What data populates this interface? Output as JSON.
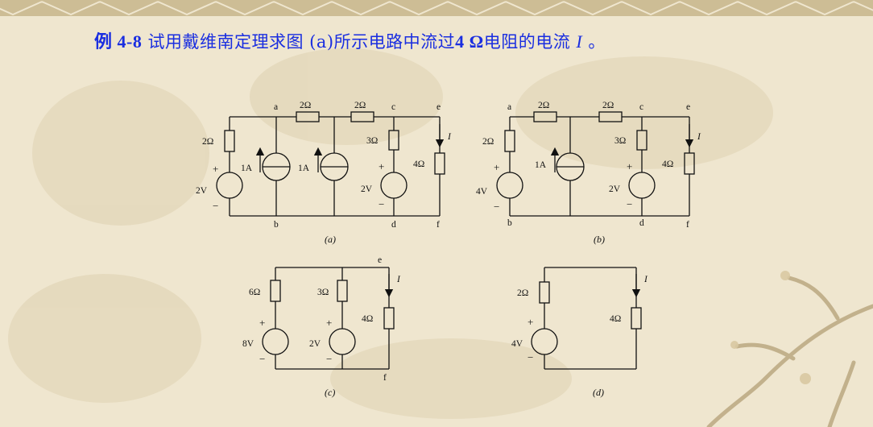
{
  "problem": {
    "label": "例 4-8",
    "text_before": " 试用戴维南定理求图 (a)所示电路中流过",
    "value": "4 Ω",
    "text_after": "电阻的电流 ",
    "var": "I",
    "end": " 。"
  },
  "figure_a": {
    "caption": "(a)",
    "nodes": {
      "a": "a",
      "b": "b",
      "c": "c",
      "d": "d",
      "e": "e",
      "f": "f"
    },
    "r_left": "2Ω",
    "r_top1": "2Ω",
    "r_top2": "2Ω",
    "r_c": "3Ω",
    "r_load": "4Ω",
    "v_left": "2V",
    "v_right": "2V",
    "i_src1": "1A",
    "i_src2": "1A",
    "current": "I",
    "plus": "+",
    "minus": "−"
  },
  "figure_b": {
    "caption": "(b)",
    "nodes": {
      "a": "a",
      "b": "b",
      "c": "c",
      "d": "d",
      "e": "e",
      "f": "f"
    },
    "r_left": "2Ω",
    "r_top1": "2Ω",
    "r_top2": "2Ω",
    "r_c": "3Ω",
    "r_load": "4Ω",
    "v_left": "4V",
    "v_right": "2V",
    "i_src": "1A",
    "current": "I",
    "plus": "+",
    "minus": "−"
  },
  "figure_c": {
    "caption": "(c)",
    "nodes": {
      "e": "e",
      "f": "f"
    },
    "r_left": "6Ω",
    "r_mid": "3Ω",
    "r_load": "4Ω",
    "v_left": "8V",
    "v_mid": "2V",
    "current": "I",
    "plus": "+",
    "minus": "−"
  },
  "figure_d": {
    "caption": "(d)",
    "r_left": "2Ω",
    "r_load": "4Ω",
    "v_left": "4V",
    "current": "I",
    "plus": "+",
    "minus": "−"
  },
  "colors": {
    "title": "#1a2ee0",
    "background": "#efe6cf",
    "banner": "#cdbd95"
  }
}
